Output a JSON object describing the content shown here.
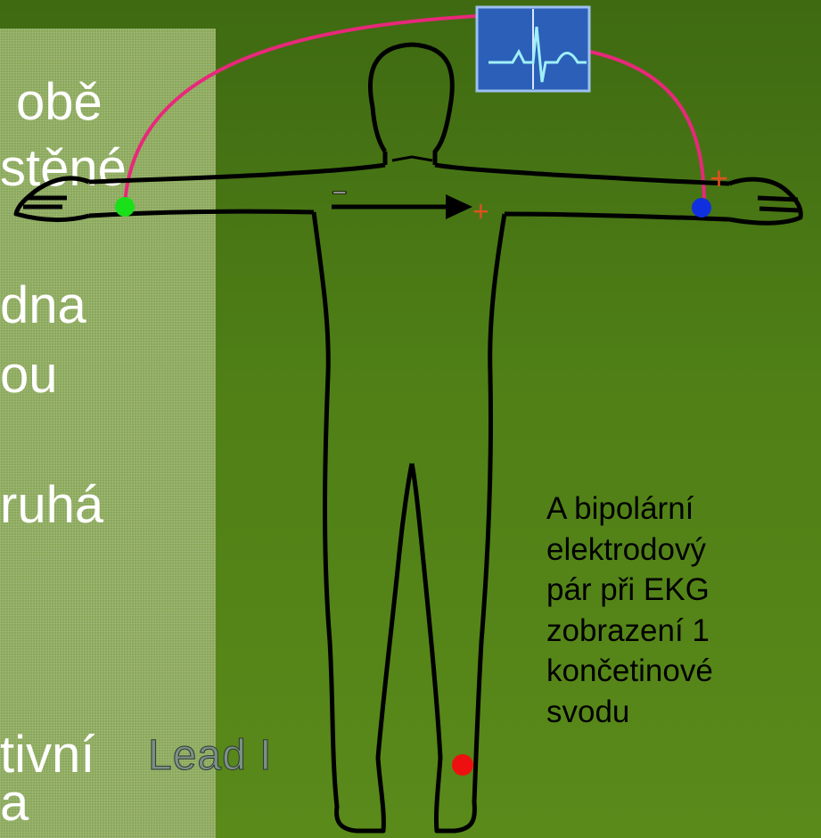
{
  "left_column": {
    "fragments": [
      "obě",
      "stěné",
      "-",
      "dna",
      "ou",
      "ruhá",
      "tivní",
      "a"
    ]
  },
  "lead_label": "Lead I",
  "description": {
    "lines": [
      "A bipolární",
      "elektrodový",
      "pár při EKG",
      "zobrazení 1",
      "končetinové",
      "svodu"
    ]
  },
  "annotations": {
    "negative_sign": "−",
    "positive_sign_chest": "+",
    "positive_sign_wrist": "+"
  },
  "colors": {
    "background": "#4f7f16",
    "panel": "#8aa85a",
    "cable": "#e8287a",
    "electrode_right_arm": "#19e019",
    "electrode_left_arm": "#1030e0",
    "electrode_leg": "#ee1010",
    "monitor": "#2c5fb8",
    "plus_sign": "#e05020"
  },
  "icons": [
    "ecg-monitor-icon",
    "human-body-outline",
    "electrode-icon",
    "arrow-icon"
  ]
}
